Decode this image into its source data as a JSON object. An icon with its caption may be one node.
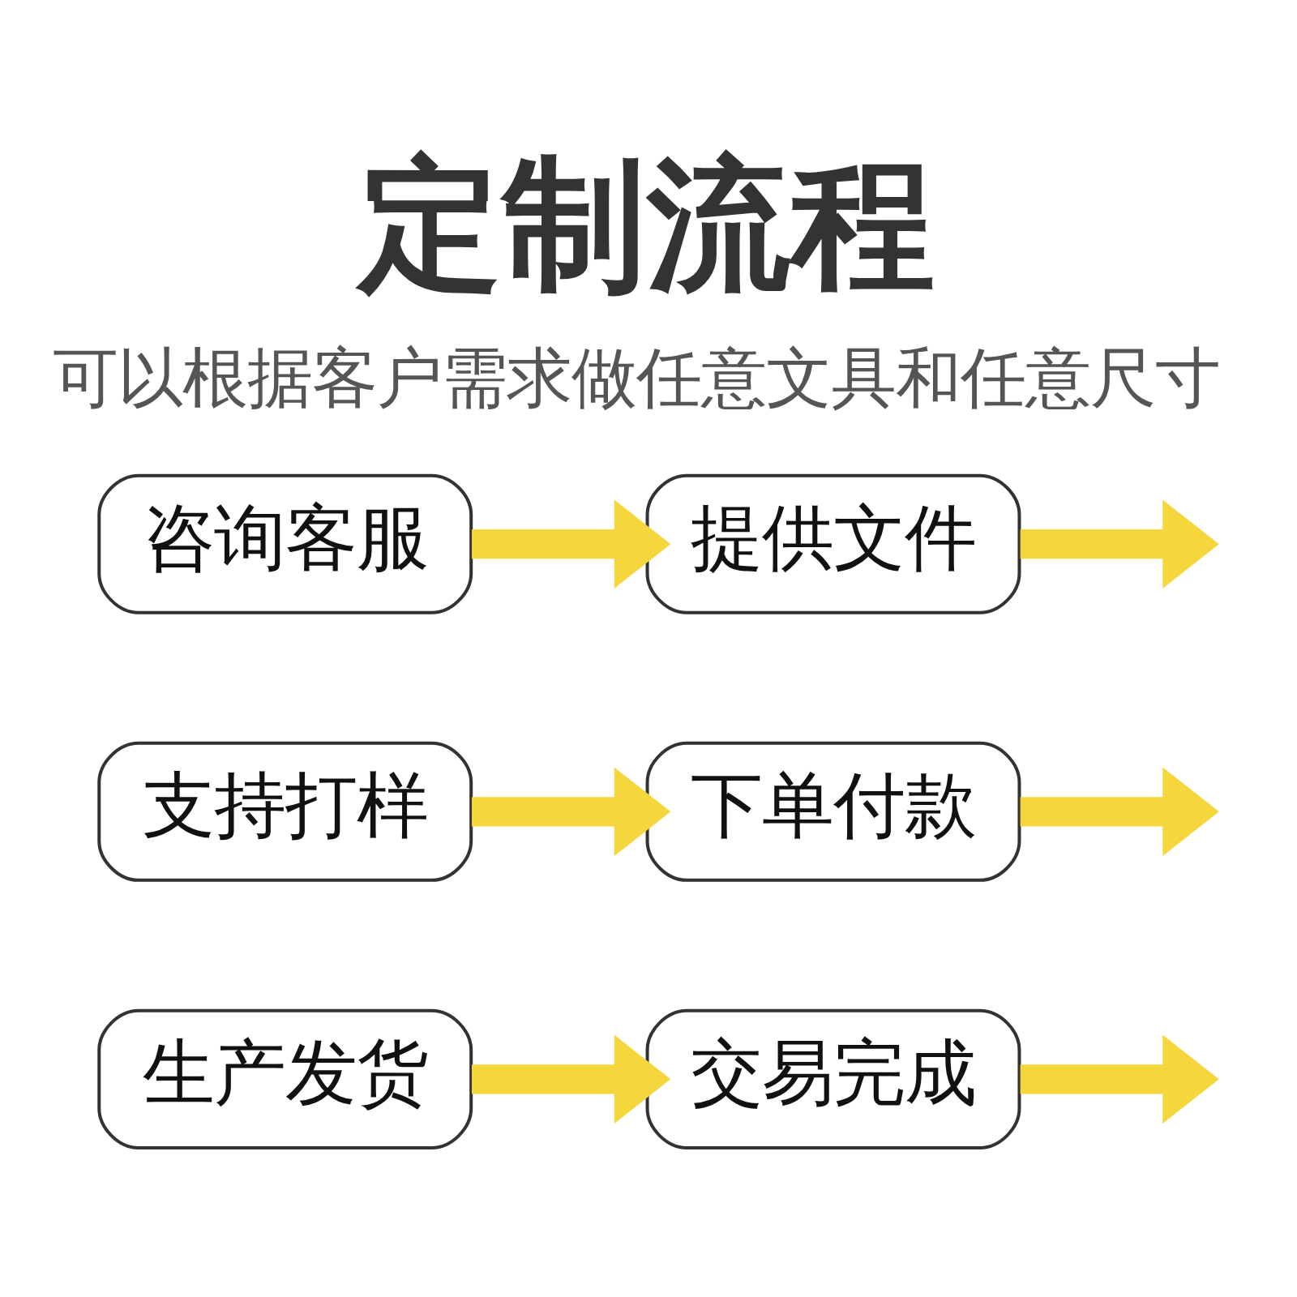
{
  "diagram": {
    "title": "定制流程",
    "caption": "可以根据客户需求做任意文具和任意尺寸",
    "nodes": [
      {
        "text": [
          "咨询客服"
        ]
      },
      {
        "text": [
          "提供文件"
        ]
      },
      {
        "text": [
          "支持打样"
        ]
      },
      {
        "text": [
          "下单付款"
        ]
      },
      {
        "text": [
          "生产发货"
        ]
      },
      {
        "text": [
          "交易完成"
        ]
      }
    ],
    "edges": [
      {
        "from": 0,
        "to": 1,
        "arrow": "to",
        "color": "#f5d63d"
      },
      {
        "from": 1,
        "to": null,
        "arrow": "to",
        "color": "#f5d63d"
      },
      {
        "from": 2,
        "to": 3,
        "arrow": "to",
        "color": "#f5d63d"
      },
      {
        "from": 3,
        "to": null,
        "arrow": "to",
        "color": "#f5d63d"
      },
      {
        "from": 4,
        "to": 5,
        "arrow": "to",
        "color": "#f5d63d"
      },
      {
        "from": 5,
        "to": null,
        "arrow": "to",
        "color": "#f5d63d"
      }
    ]
  }
}
